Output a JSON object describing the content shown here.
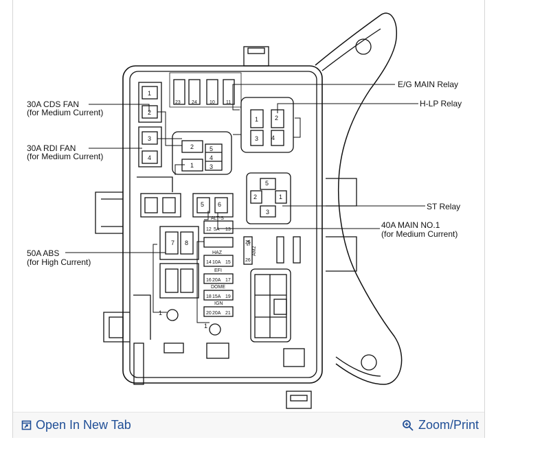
{
  "labels": {
    "cds_fan_1": "30A CDS FAN",
    "cds_fan_2": "(for Medium Current)",
    "rdi_fan_1": "30A RDI FAN",
    "rdi_fan_2": "(for Medium Current)",
    "abs_1": "50A ABS",
    "abs_2": "(for High Current)",
    "eg_main": "E/G MAIN Relay",
    "hlp": "H-LP Relay",
    "st": "ST Relay",
    "main_no1_1": "40A MAIN NO.1",
    "main_no1_2": "(for Medium Current)"
  },
  "fuses": {
    "alts": "ALT-S",
    "alts_amp": "5A",
    "haz": "HAZ",
    "haz_amp": "10A",
    "efi": "EFI",
    "efi_amp": "20A",
    "dome": "DOME",
    "dome_amp": "15A",
    "ign": "IGN",
    "ign_amp": "20A",
    "am2": "AM2",
    "am2_amp": "5A"
  },
  "footer": {
    "open_tab": "Open In New Tab",
    "zoom_print": "Zoom/Print"
  },
  "colors": {
    "link": "#1f4e96",
    "line": "#111111"
  }
}
